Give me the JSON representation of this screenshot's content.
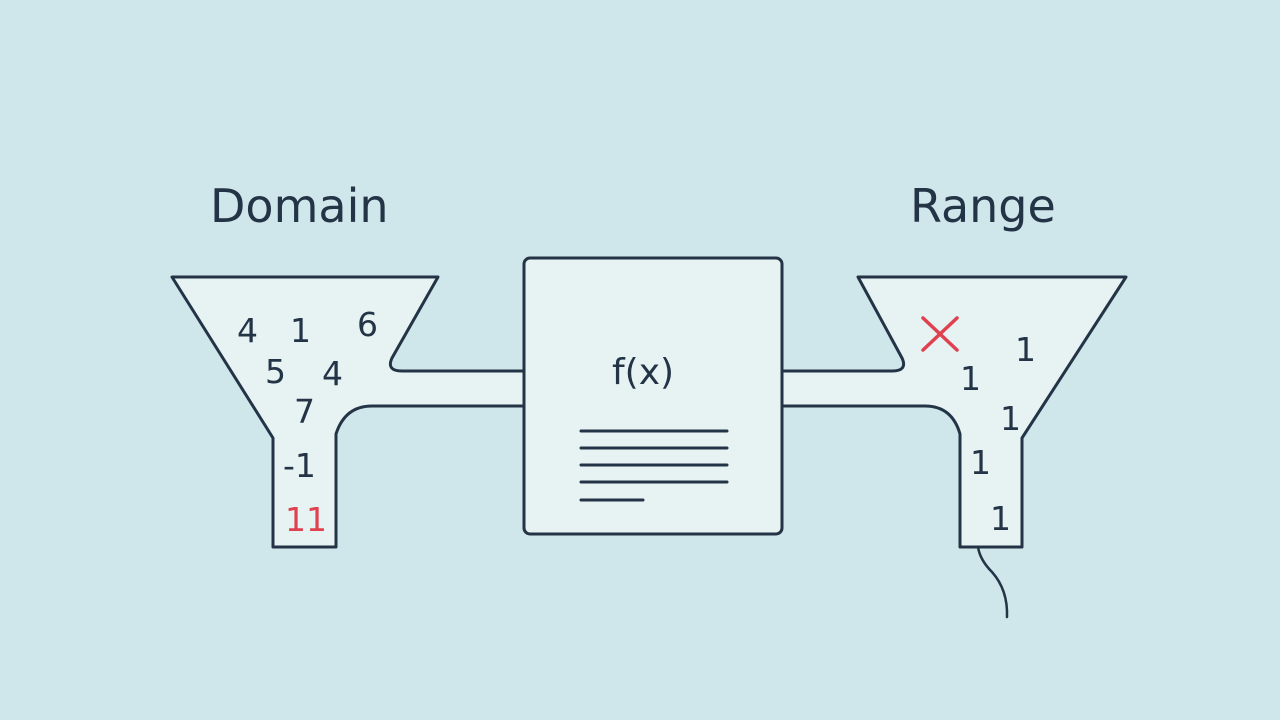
{
  "domain": {
    "title": "Domain",
    "values": [
      {
        "text": "4",
        "highlight": false
      },
      {
        "text": "1",
        "highlight": false
      },
      {
        "text": "6",
        "highlight": false
      },
      {
        "text": "5",
        "highlight": false
      },
      {
        "text": "4",
        "highlight": false
      },
      {
        "text": "7",
        "highlight": false
      },
      {
        "text": "-1",
        "highlight": false
      },
      {
        "text": "11",
        "highlight": true
      }
    ]
  },
  "function": {
    "label": "f(x)"
  },
  "range": {
    "title": "Range",
    "values": [
      {
        "text": "1"
      },
      {
        "text": "1"
      },
      {
        "text": "1"
      },
      {
        "text": "1"
      },
      {
        "text": "1"
      }
    ],
    "rejected_mark": "cross-icon"
  },
  "colors": {
    "background": "#cfe6ea",
    "outline": "#243447",
    "fill": "#e7f2f3",
    "highlight": "#e0414f"
  }
}
